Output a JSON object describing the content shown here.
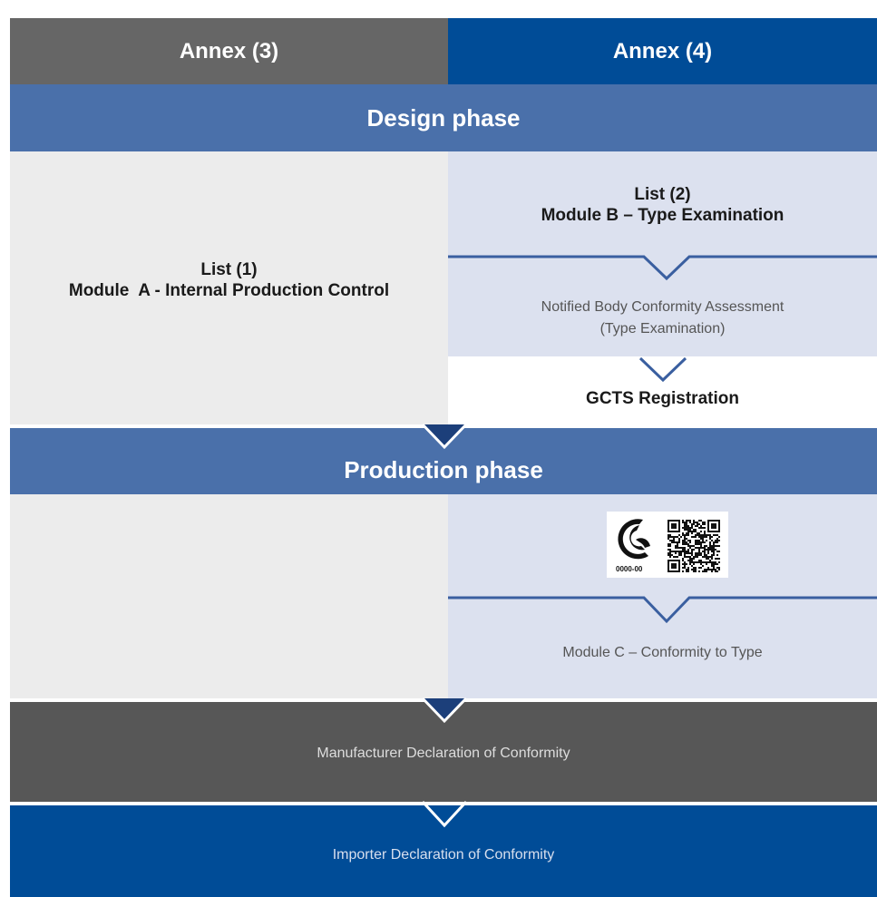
{
  "colors": {
    "gray": "#666666",
    "navy": "#004c97",
    "phase_blue": "#4a70aa",
    "light_gray": "#ececec",
    "light_blue": "#dce1ef",
    "dark_gray": "#575757",
    "mark_navy": "#1c3f7a"
  },
  "header": {
    "left": "Annex (3)",
    "right": "Annex (4)"
  },
  "design_phase": {
    "title": "Design phase",
    "left": {
      "line1": "List (1)",
      "line2": "Module  A - Internal Production Control"
    },
    "right": {
      "module": {
        "line1": "List (2)",
        "line2": "Module B – Type Examination"
      },
      "assessment": {
        "line1": "Notified Body Conformity Assessment",
        "line2": "(Type Examination)"
      },
      "registration": "GCTS Registration"
    }
  },
  "production_phase": {
    "title": "Production phase",
    "marking": {
      "code": "0000-00",
      "icon": "conformity-mark-icon",
      "qr": "qr-code-icon"
    },
    "module_c": "Module C – Conformity to Type"
  },
  "manufacturer_declaration": "Manufacturer Declaration of Conformity",
  "importer_declaration": "Importer Declaration of Conformity"
}
